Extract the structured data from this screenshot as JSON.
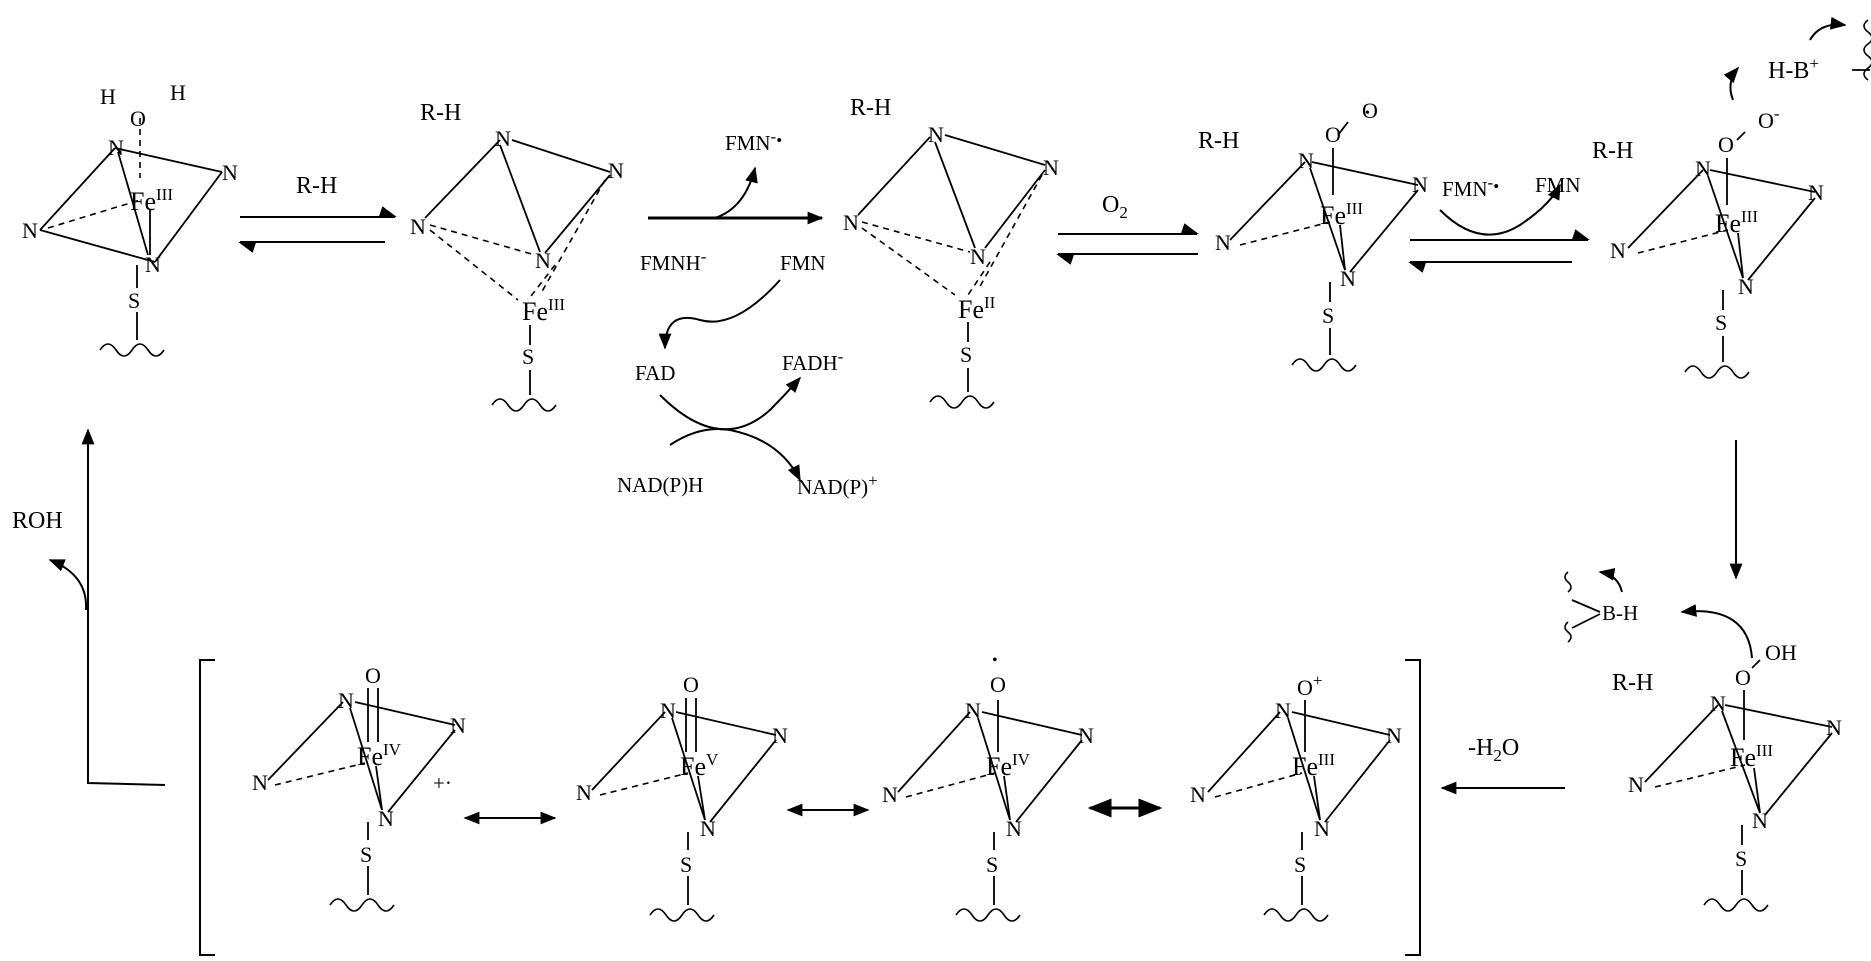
{
  "atoms": {
    "n": "N",
    "fe": "Fe",
    "s": "S",
    "o": "O",
    "h": "H"
  },
  "ox": {
    "fe3": "III",
    "fe2": "II",
    "fe4": "IV",
    "fe5": "V"
  },
  "ligand": {
    "rh": "R-H",
    "oh": "OH",
    "bh": "B-H",
    "hb": "H-B",
    "plus": "+",
    "minus": "-",
    "radical_dot": "•",
    "radical_cation": "+·"
  },
  "reagents": {
    "rh": "R-H",
    "o2": "O",
    "o2_sub": "2",
    "fmn_radical": "FMN",
    "fmn": "FMN",
    "fmnh": "FMNH",
    "fad": "FAD",
    "fadh": "FADH",
    "nadph": "NAD(P)H",
    "nadp": "NAD(P)",
    "roh": "ROH",
    "water_loss_prefix": "-H",
    "water_loss_sub": "2",
    "water_loss_suffix": "O"
  }
}
